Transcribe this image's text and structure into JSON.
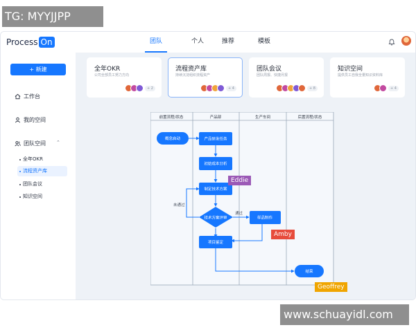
{
  "watermarks": {
    "top": "TG: MYYJJPP",
    "bottom": "www.schuayidl.com"
  },
  "brand": {
    "name_prefix": "Process",
    "name_suffix": "On",
    "accent": "#1677ff"
  },
  "nav": {
    "tabs": [
      "团队",
      "个人",
      "推荐",
      "模板"
    ],
    "active": "团队"
  },
  "sidebar": {
    "new_button": "+ 新建",
    "items": [
      {
        "label": "工作台",
        "icon": "home-icon"
      },
      {
        "label": "我的空间",
        "icon": "user-icon"
      },
      {
        "label": "团队空间",
        "icon": "team-icon"
      }
    ],
    "sub_items": [
      "全年OKR",
      "流程资产库",
      "团队会议",
      "知识空间"
    ],
    "active_sub": "流程资产库"
  },
  "cards": [
    {
      "title": "全年OKR",
      "desc": "公司全部员工努力方向",
      "more": "+ 2"
    },
    {
      "title": "流程资产库",
      "desc": "持续沉淀组织流程资产",
      "more": "+ 4"
    },
    {
      "title": "团队会议",
      "desc": "团队周报、快捷月报",
      "more": "+ 8"
    },
    {
      "title": "知识空间",
      "desc": "提供员工自我全量知识资料库",
      "more": "+ 4"
    }
  ],
  "flowchart": {
    "lanes": [
      "前置流程/状态",
      "产品部",
      "生产车间",
      "后置流程/状态"
    ],
    "nodes": {
      "start": "概念启动",
      "n1": "产品研发任务",
      "n2": "初始成本分析",
      "n3": "制定技术方案",
      "decision": "技术方案评审",
      "n4": "样品制作",
      "n5": "项目鉴定",
      "end": "结束"
    },
    "edges": {
      "reject": "未通过",
      "pass": "通过"
    }
  },
  "collaborators": [
    {
      "name": "Eddie",
      "color": "#9b59b6"
    },
    {
      "name": "Amby",
      "color": "#e74c3c"
    },
    {
      "name": "Geoffrey",
      "color": "#f0a500"
    }
  ]
}
